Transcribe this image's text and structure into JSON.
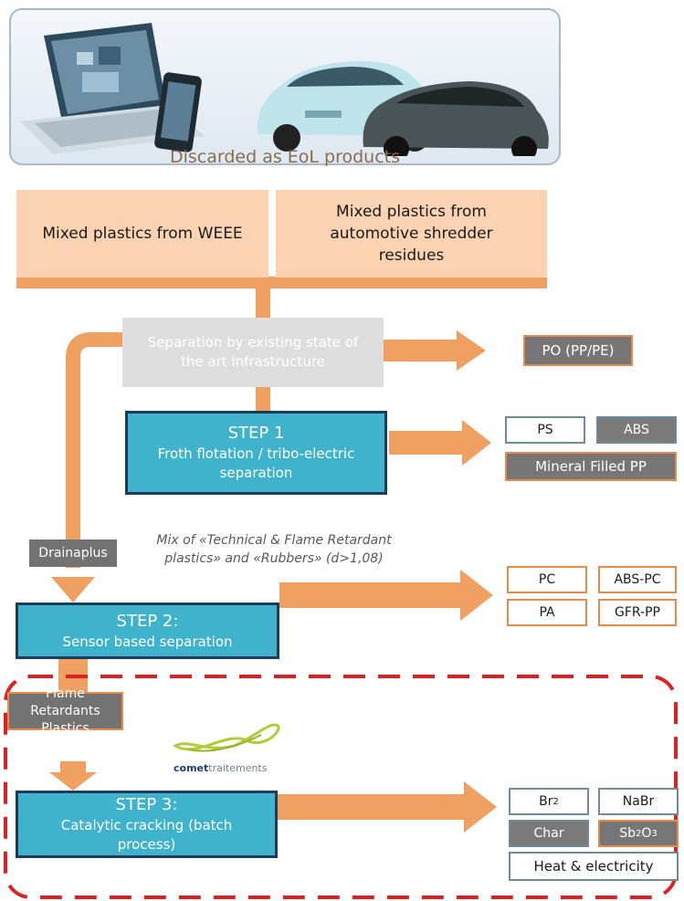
{
  "header": {
    "caption": "Discarded as EoL products",
    "icons": [
      "laptop-icon",
      "phone-icon",
      "car-icon"
    ]
  },
  "sources": {
    "weee": "Mixed plastics from WEEE",
    "automotive": "Mixed plastics from automotive shredder residues"
  },
  "separation": {
    "label": "Separation by existing state of the art infrastructure",
    "output": "PO (PP/PE)"
  },
  "step1": {
    "title": "STEP 1",
    "desc": "Froth flotation / tribo-electric separation",
    "outputs": [
      "PS",
      "ABS",
      "Mineral Filled PP"
    ]
  },
  "drainaplus": "Drainaplus",
  "mix_note": "Mix of «Technical & Flame Retardant plastics» and «Rubbers» (d>1,08)",
  "step2": {
    "title": "STEP 2:",
    "desc": "Sensor based separation",
    "outputs": [
      "PC",
      "ABS-PC",
      "PA",
      "GFR-PP"
    ]
  },
  "flame_retardants": "Flame Retardants Plastics",
  "comet_logo": {
    "word1": "comet",
    "word2": "traitements"
  },
  "step3": {
    "title": "STEP 3:",
    "desc": "Catalytic cracking (batch process)",
    "outputs": {
      "br2": {
        "base": "Br",
        "sub": "2"
      },
      "nabr": "NaBr",
      "char": "Char",
      "sb2o3": {
        "b1": "Sb",
        "s1": "2",
        "b2": "O",
        "s2": "3"
      },
      "heat": "Heat & electricity"
    }
  },
  "colors": {
    "arrow": "#f0a060",
    "source_box": "#fbd2b2",
    "step_box": "#3fb2cc",
    "step_border": "#1e3b5c",
    "dashed_border": "#e02020"
  }
}
